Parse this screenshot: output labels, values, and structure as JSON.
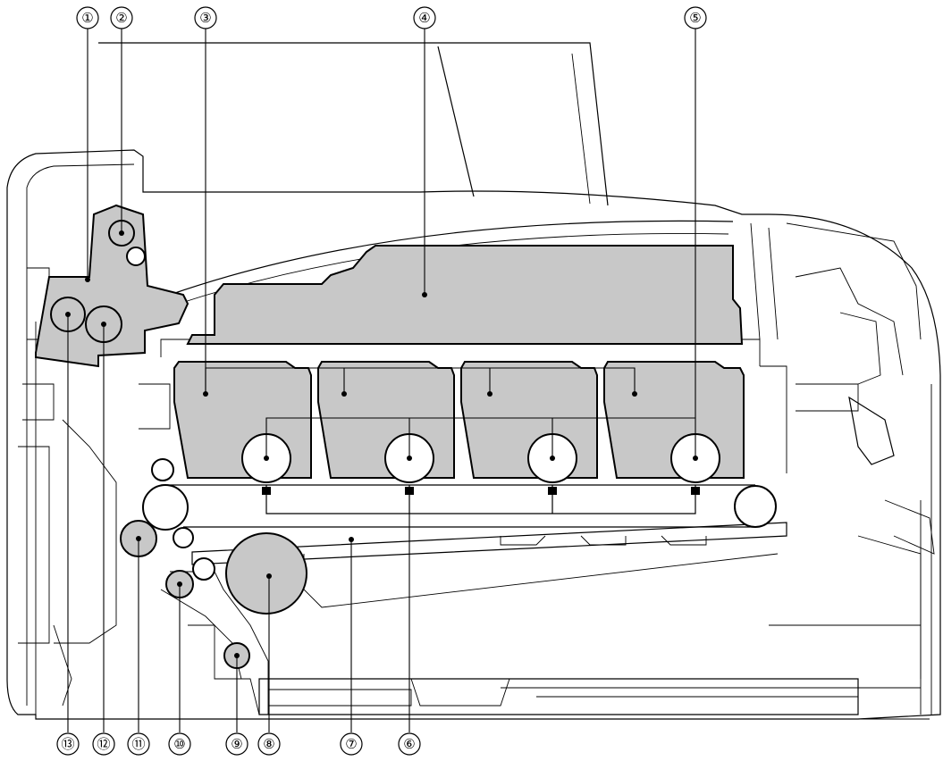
{
  "diagram": {
    "callouts": [
      {
        "id": "c1",
        "label": "①"
      },
      {
        "id": "c2",
        "label": "②"
      },
      {
        "id": "c3",
        "label": "③"
      },
      {
        "id": "c4",
        "label": "④"
      },
      {
        "id": "c5",
        "label": "⑤"
      },
      {
        "id": "c6",
        "label": "⑥"
      },
      {
        "id": "c7",
        "label": "⑦"
      },
      {
        "id": "c8",
        "label": "⑧"
      },
      {
        "id": "c9",
        "label": "⑨"
      },
      {
        "id": "c10",
        "label": "⑩"
      },
      {
        "id": "c11",
        "label": "⑪"
      },
      {
        "id": "c12",
        "label": "⑫"
      },
      {
        "id": "c13",
        "label": "⑬"
      }
    ],
    "colors": {
      "part_fill": "#c8c8c8",
      "line": "#000000",
      "background": "#ffffff"
    }
  }
}
